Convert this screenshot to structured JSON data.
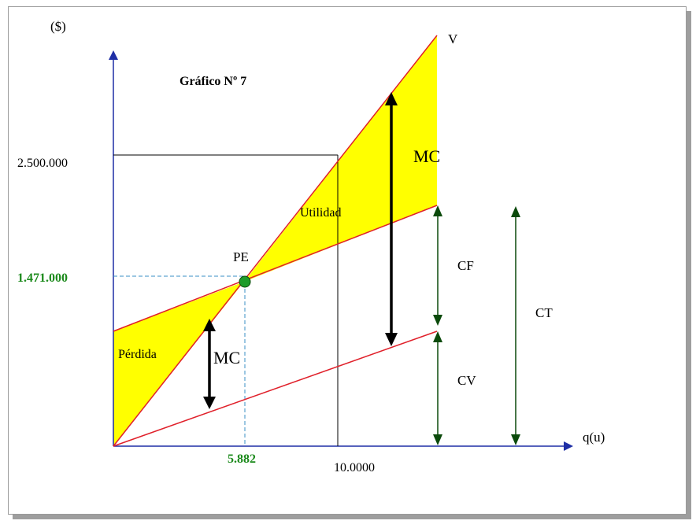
{
  "title": "Gráfico Nº  7",
  "axis": {
    "y_label": "($)",
    "x_label": "q(u)"
  },
  "ticks": {
    "y_high": "2.500.000",
    "y_pe": "1.471.000",
    "x_pe": "5.882",
    "x_high": "10.0000"
  },
  "lines": {
    "sales": "V",
    "break_even": "PE",
    "profit": "Utilidad",
    "loss": "Pérdida"
  },
  "brackets": {
    "mc_large": "MC",
    "mc_small": "MC",
    "fixed_cost": "CF",
    "variable_cost": "CV",
    "total_cost": "CT"
  },
  "colors": {
    "axis": "#1f2fa6",
    "cost_lines": "#e0202a",
    "fill": "#ffff00",
    "guide": "#3a8fc4",
    "arrows_dark": "#0b4a0b",
    "point": "#1e9c2a",
    "highlight_text": "#1c8a1c"
  }
}
